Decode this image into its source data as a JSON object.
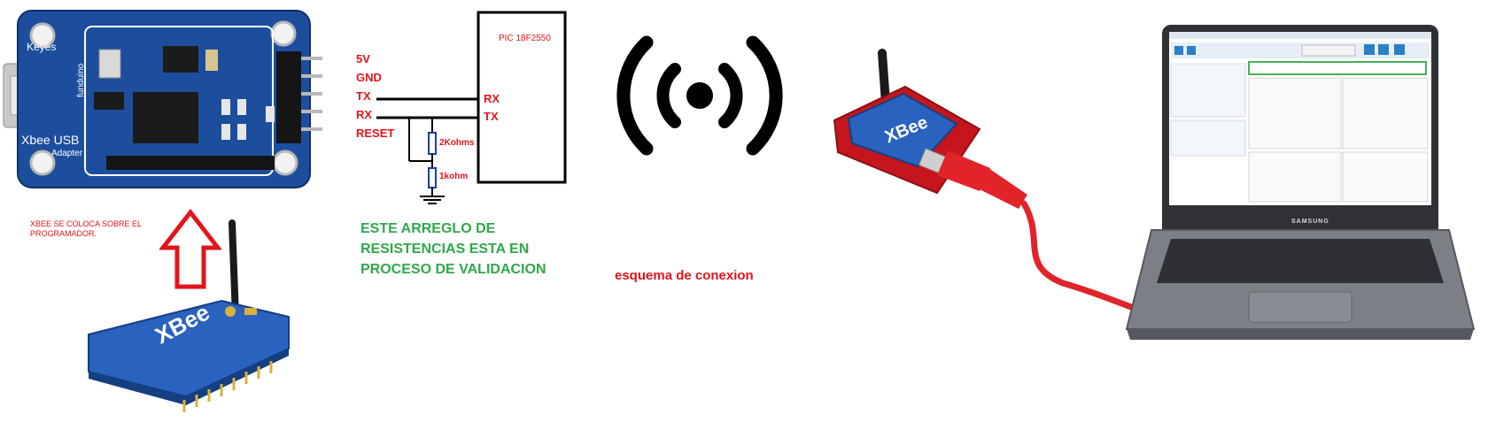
{
  "adapter": {
    "brand_top": "Keyes",
    "name_line1": "Xbee USB",
    "name_line2": "Adapter",
    "brand_side": "funduino",
    "pins": [
      "5V",
      "GND",
      "TX",
      "RX",
      "RESET"
    ]
  },
  "pic": {
    "label": "PIC 18F2550",
    "pins": [
      "RX",
      "TX"
    ]
  },
  "resistors": [
    "2Kohms",
    "1kohm"
  ],
  "notes": {
    "xbee_mount": "XBEE SE COLOCA SOBRE EL PROGRAMADOR.",
    "resistor_note_lines": [
      "ESTE ARREGLO DE",
      "RESISTENCIAS ESTA EN",
      "PROCESO DE VALIDACION"
    ],
    "caption": "esquema de conexion"
  },
  "modules": {
    "xbee_left_label": "XBee",
    "xbee_right_label": "XBee"
  },
  "laptop": {
    "brand": "SAMSUNG"
  },
  "colors": {
    "label_red": "#e3141b",
    "note_green": "#2fa84a",
    "board_blue": "#1d4e9e",
    "xbee_blue": "#2a62c0",
    "sparkfun_red": "#c5161e",
    "cable_red": "#e0242a"
  }
}
